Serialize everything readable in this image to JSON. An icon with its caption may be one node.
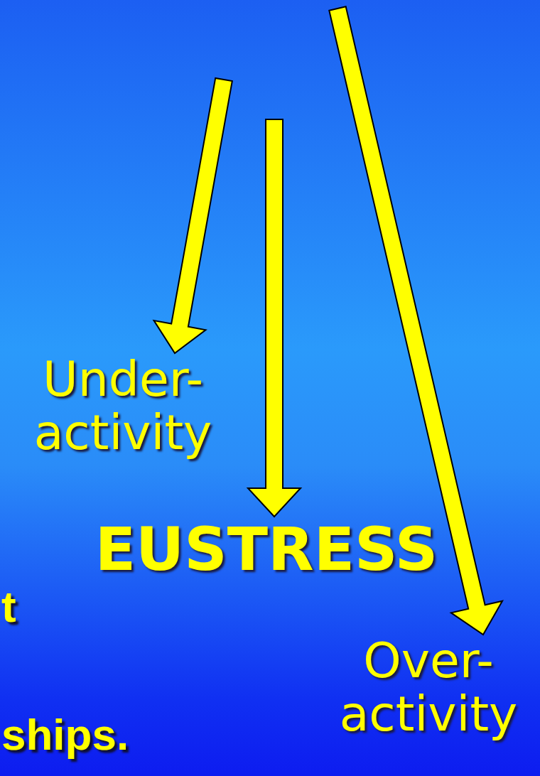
{
  "diagram": {
    "nodes": [
      {
        "text": [
          "Under- activity"
        ]
      },
      {
        "text": [
          "EUSTRESS"
        ]
      },
      {
        "text": [
          "Over- activity"
        ]
      }
    ],
    "edges": [
      {
        "from": null,
        "to": 0,
        "arrow": "to"
      },
      {
        "from": null,
        "to": 1,
        "arrow": "to"
      },
      {
        "from": null,
        "to": 2,
        "arrow": "to"
      }
    ],
    "labels": [
      "t",
      "ships."
    ]
  }
}
